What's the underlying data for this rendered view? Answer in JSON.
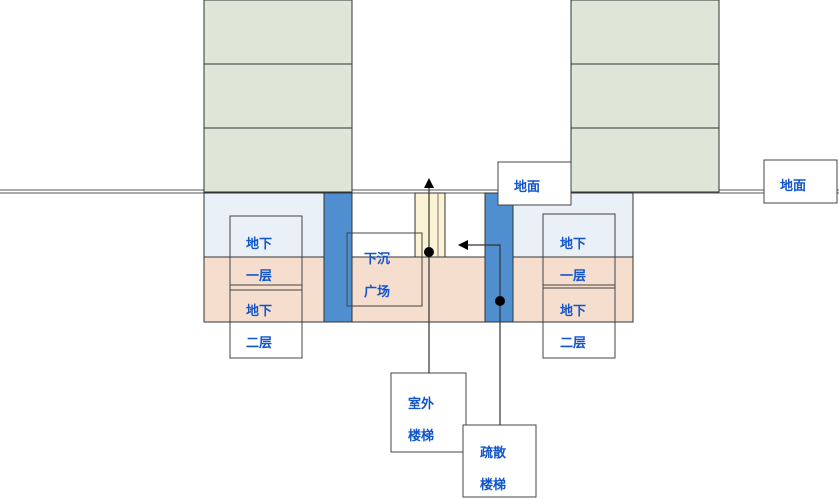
{
  "colors": {
    "building": "#dde6d7",
    "basement_b1": "#e9f0f7",
    "basement_b2": "#f5dece",
    "stair_blue": "#4f8fcf",
    "plaza_shaft": "#fcf3d4",
    "label_text": "#1155cc",
    "line": "#333333"
  },
  "labels": {
    "ground_left": "地面",
    "ground_right": "地面",
    "b1_left": [
      "地下",
      "一层"
    ],
    "b2_left": [
      "地下",
      "二层"
    ],
    "b1_right": [
      "地下",
      "一层"
    ],
    "b2_right": [
      "地下",
      "二层"
    ],
    "sunken_plaza": [
      "下沉",
      "广场"
    ],
    "outdoor_stair": [
      "室外",
      "楼梯"
    ],
    "evac_stair": [
      "疏散",
      "楼梯"
    ]
  }
}
